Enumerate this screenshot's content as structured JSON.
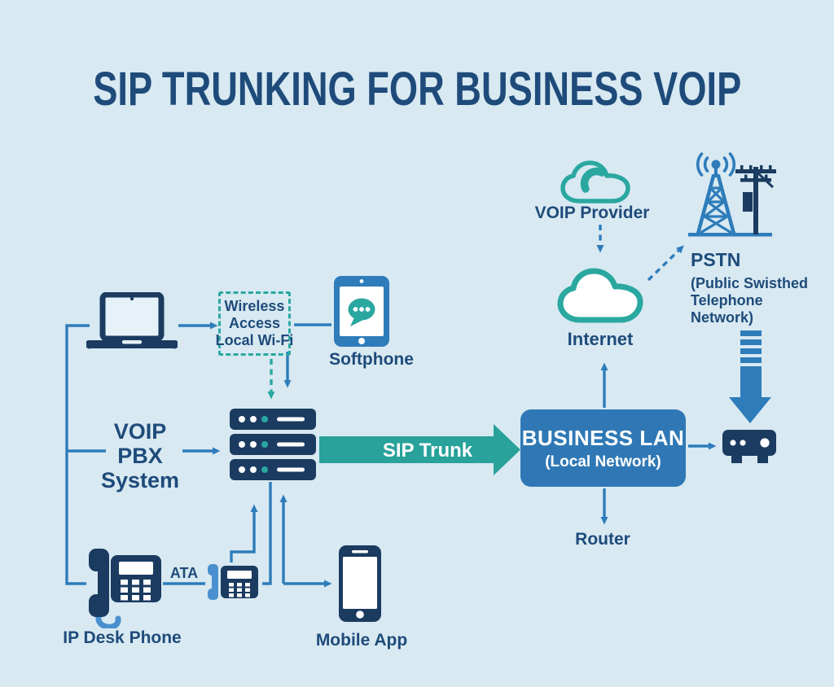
{
  "title": "SIP TRUNKING FOR BUSINESS VOIP",
  "colors": {
    "background": "#d8e9f2",
    "navy": "#1b3b60",
    "navy_text": "#1e4b7a",
    "blue": "#2e7cba",
    "teal": "#2aa8a0",
    "teal_dark": "#28a29b",
    "lan_blue": "#2f78b5",
    "light_handset": "#4a90ce"
  },
  "icons": [
    "laptop-icon",
    "softphone-tablet-icon",
    "chat-bubble-icon",
    "pbx-server-icon",
    "voip-cloud-phone-icon",
    "internet-cloud-icon",
    "cell-tower-icon",
    "utility-pole-icon",
    "striped-down-arrow-icon",
    "router-device-icon",
    "ip-desk-phone-icon",
    "ata-phone-icon",
    "mobile-phone-icon"
  ],
  "wireless_box": {
    "line1": "Wireless",
    "line2": "Access",
    "line3": "Local Wi-Fi"
  },
  "softphone": {
    "label": "Softphone"
  },
  "pbx": {
    "line1": "VOIP",
    "line2": "PBX",
    "line3": "System"
  },
  "sip_trunk": {
    "label": "SIP Trunk"
  },
  "business_lan": {
    "title": "BUSINESS LAN",
    "subtitle": "(Local Network)"
  },
  "router": {
    "label": "Router"
  },
  "voip_provider": {
    "label": "VOIP Provider"
  },
  "internet": {
    "label": "Internet"
  },
  "pstn": {
    "title": "PSTN",
    "sub1": "(Public Swisthed",
    "sub2": "Telephone",
    "sub3": "Network)"
  },
  "ip_desk_phone": {
    "label": "IP Desk Phone"
  },
  "ata": {
    "label": "ATA"
  },
  "mobile_app": {
    "label": "Mobile App"
  }
}
